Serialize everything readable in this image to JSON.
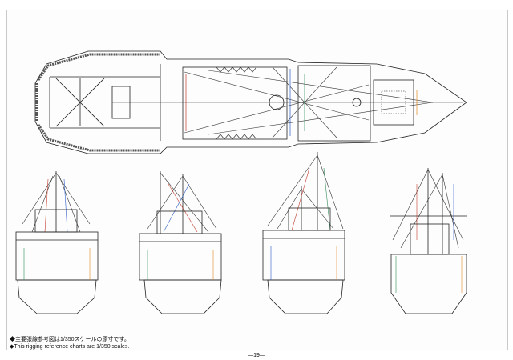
{
  "notes": {
    "jp": "◆主要張線参考図は1/350スケールの原寸です。",
    "en": "◆This rigging reference charts are 1/350 scales."
  },
  "page_number": "—19—",
  "colors": {
    "line": "#222222",
    "accent_red": "#c0392b",
    "accent_green": "#2e8b57",
    "accent_blue": "#2b59c3",
    "accent_orange": "#e08a1e"
  }
}
